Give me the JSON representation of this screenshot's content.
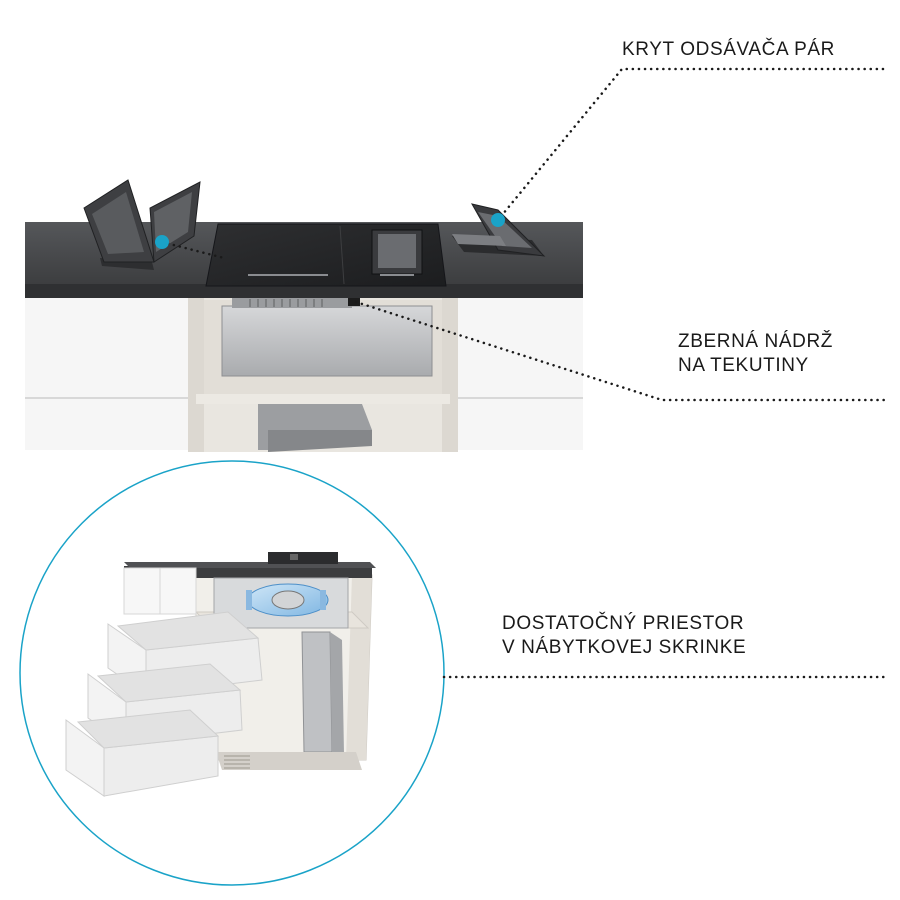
{
  "labels": {
    "hood_cover": "KRYT ODSÁVAČA PÁR",
    "tank_line1": "ZBERNÁ NÁDRŽ",
    "tank_line2": "NA TEKUTINY",
    "space_line1": "DOSTATOČNÝ PRIESTOR",
    "space_line2": "V NÁBYTKOVEJ SKRINKE"
  },
  "colors": {
    "accent": "#1aa3c8",
    "countertop": "#4a4b4d",
    "hob": "#27282a",
    "cabinet": "#f2f0ec",
    "dotted_line": "#1a1a1a"
  }
}
